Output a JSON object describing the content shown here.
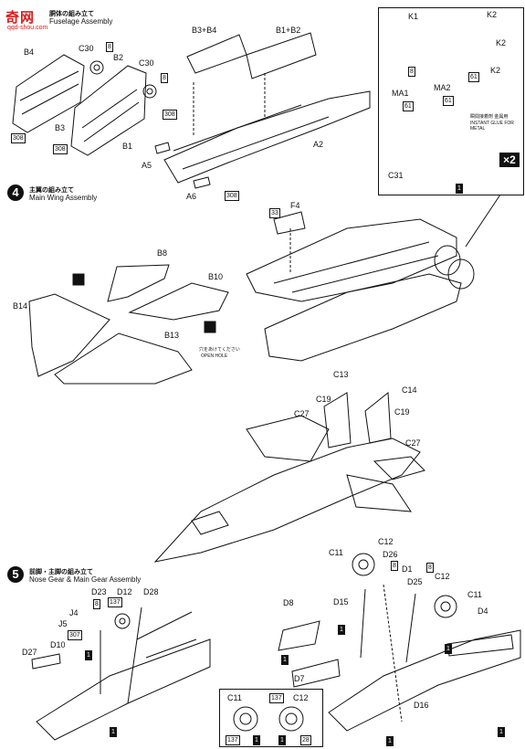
{
  "logo": {
    "text": "奇网",
    "url": "qqd-shou.com"
  },
  "step3": {
    "jp": "胴体の組み立て",
    "en": "Fuselage Assembly"
  },
  "step4": {
    "num": "4",
    "jp": "主翼の組み立て",
    "en": "Main Wing Assembly"
  },
  "step5": {
    "num": "5",
    "jp": "前脚・主脚の組み立て",
    "en": "Nose Gear & Main Gear Assembly"
  },
  "parts": {
    "B4": "B4",
    "B2": "B2",
    "B3": "B3",
    "B1": "B1",
    "C30a": "C30",
    "C30b": "C30",
    "B3B4": "B3+B4",
    "B1B2": "B1+B2",
    "A2": "A2",
    "A5": "A5",
    "A6": "A6",
    "K1": "K1",
    "K2a": "K2",
    "K2b": "K2",
    "K2c": "K2",
    "MA1": "MA1",
    "MA2": "MA2",
    "C31": "C31",
    "F4": "F4",
    "B8": "B8",
    "B10": "B10",
    "B14": "B14",
    "B13": "B13",
    "C13": "C13",
    "C14": "C14",
    "C19a": "C19",
    "C19b": "C19",
    "C27a": "C27",
    "C27b": "C27",
    "C11a": "C11",
    "C12a": "C12",
    "D26": "D26",
    "D1": "D1",
    "D25": "D25",
    "C11b": "C11",
    "C12b": "C12",
    "D15": "D15",
    "D4": "D4",
    "D8": "D8",
    "D7": "D7",
    "D16": "D16",
    "D23": "D23",
    "D12": "D12",
    "D28": "D28",
    "J4": "J4",
    "J5": "J5",
    "D27": "D27",
    "D10": "D10",
    "C11c": "C11",
    "C12c": "C12"
  },
  "color_codes": {
    "c8a": "8",
    "c8b": "8",
    "c308a": "308",
    "c308b": "308",
    "c308c": "308",
    "c308d": "308",
    "c33": "33",
    "c61a": "61",
    "c61b": "61",
    "c61c": "61",
    "c8c": "8",
    "c1a": "1",
    "c137a": "137",
    "c8d": "8",
    "c307": "307",
    "c1b": "1",
    "c1c": "1",
    "c1d": "1",
    "c8e": "8",
    "c8f": "8",
    "c1e": "1",
    "c1f": "1",
    "c1g": "1",
    "c137b": "137",
    "c1h": "1",
    "c137c": "137",
    "c1i": "1",
    "c28": "28",
    "c1j": "1"
  },
  "glue_note": {
    "jp": "瞬間接着剤  金属用",
    "en": "INSTANT GLUE FOR METAL"
  },
  "x2_label": "×2",
  "open_hole": {
    "jp": "穴をあけてください",
    "en": "OPEN HOLE"
  }
}
